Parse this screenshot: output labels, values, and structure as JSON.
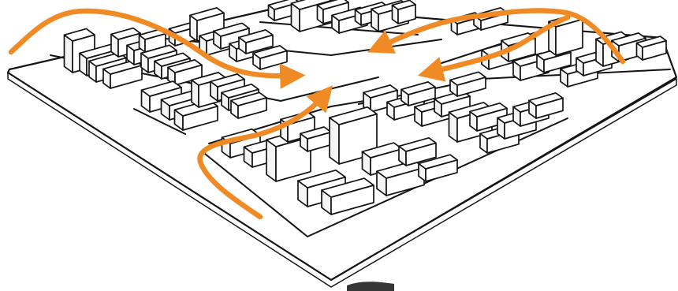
{
  "diagram": {
    "kind": "isometric-city-block-sketch",
    "palette": {
      "ink": "#141414",
      "paper": "#ffffff",
      "arrow": "#f08a24"
    },
    "arrows": [
      {
        "id": "arrow-west-upper",
        "direction": "from-left-toward-center"
      },
      {
        "id": "arrow-south",
        "direction": "from-bottom-toward-center"
      },
      {
        "id": "arrow-north-east",
        "direction": "from-top-right-toward-center"
      },
      {
        "id": "arrow-east",
        "direction": "from-right-toward-center"
      }
    ]
  }
}
